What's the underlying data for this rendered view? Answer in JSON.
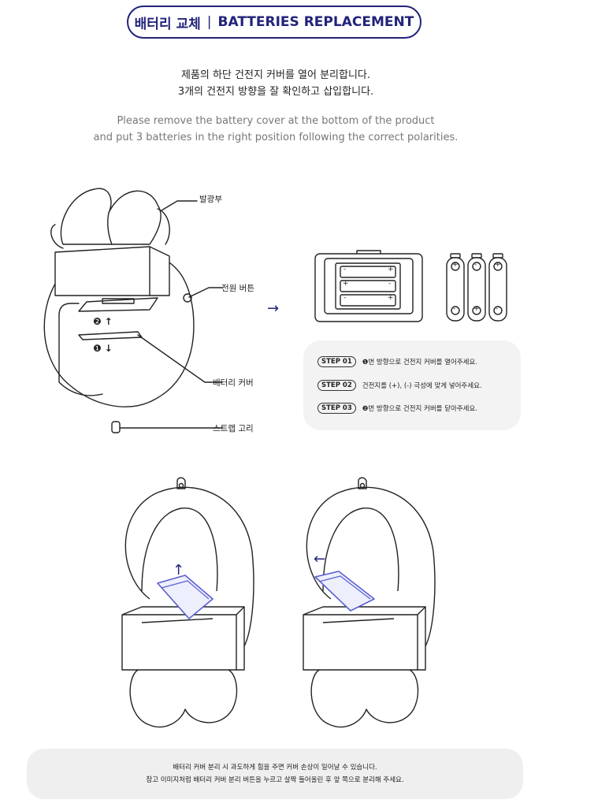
{
  "header": {
    "title_kr": "배터리 교체",
    "separator": "|",
    "title_en": "BATTERIES REPLACEMENT"
  },
  "intro": {
    "kr_line1": "제품의 하단 건전지 커버를 열어 분리합니다.",
    "kr_line2": "3개의 건전지 방향을 잘 확인하고 삽입합니다.",
    "en_line1": "Please remove the battery cover at the bottom of the product",
    "en_line2": "and put 3 batteries in the right position following the correct polarities."
  },
  "diagram": {
    "label_light": "발광부",
    "label_power": "전원 버튼",
    "label_cover": "배터리 커버",
    "label_strap": "스트랩 고리",
    "step_marker_2": "❷",
    "step_marker_1": "❶",
    "arrow_up": "↑",
    "arrow_down": "↓",
    "arrow_right": "→",
    "arrow_left": "←",
    "plus": "+",
    "minus": "-"
  },
  "steps": [
    {
      "badge": "STEP 01",
      "text": "❶번 방향으로 건전지 커버를 열어주세요."
    },
    {
      "badge": "STEP 02",
      "text": "건전지를 (+), (-) 극성에 맞게 넣어주세요."
    },
    {
      "badge": "STEP 03",
      "text": "❷번 방향으로 건전지 커버를 닫아주세요."
    }
  ],
  "note": {
    "line1": "배터리 커버 분리 시 과도하게 힘을 주면 커버 손상이 일어날 수 있습니다.",
    "line2": "참고 이미지처럼 배터리 커버 분리 버튼을 누르고 살짝 들어올린 후 앞 쪽으로 분리해 주세요."
  },
  "colors": {
    "accent": "#22237a",
    "cover_highlight": "#5a5fd0",
    "panel_bg": "#f3f3f3"
  }
}
